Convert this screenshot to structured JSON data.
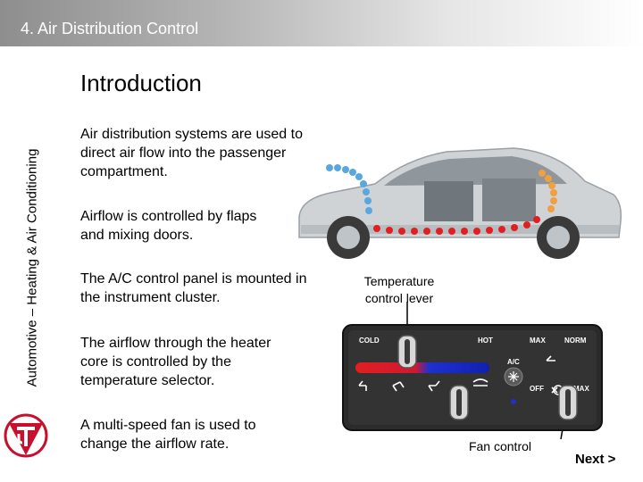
{
  "header": {
    "title": "4. Air Distribution Control"
  },
  "sidebar": {
    "course_label": "Automotive – Heating & Air Conditioning"
  },
  "main": {
    "section_title": "Introduction",
    "bullets": [
      {
        "text": "Air distribution systems are used to direct air flow into the passenger compartment."
      },
      {
        "text": "Airflow is controlled by flaps and mixing doors."
      },
      {
        "text": "The A/C control panel is mounted in the instrument cluster."
      },
      {
        "text": "The airflow through the heater core is controlled by the temperature selector."
      },
      {
        "text": "A multi-speed fan is used to change the airflow rate."
      }
    ]
  },
  "callouts": {
    "temperature_lever": "Temperature control lever",
    "fan_control": "Fan control"
  },
  "control_panel": {
    "labels": {
      "cold": "COLD",
      "hot": "HOT",
      "max_left": "MAX",
      "norm": "NORM",
      "ac": "A/C",
      "off": "OFF",
      "max_right": "MAX"
    }
  },
  "navigation": {
    "next_label": "Next >"
  },
  "colors": {
    "cold_air": "#5aa6de",
    "hot_air": "#e02020",
    "warm_air": "#f0a040",
    "logo_red": "#c8102e"
  },
  "icons": [
    "logo-icon",
    "car-image",
    "ac-control-panel",
    "fan-icon",
    "snowflake-icon"
  ]
}
